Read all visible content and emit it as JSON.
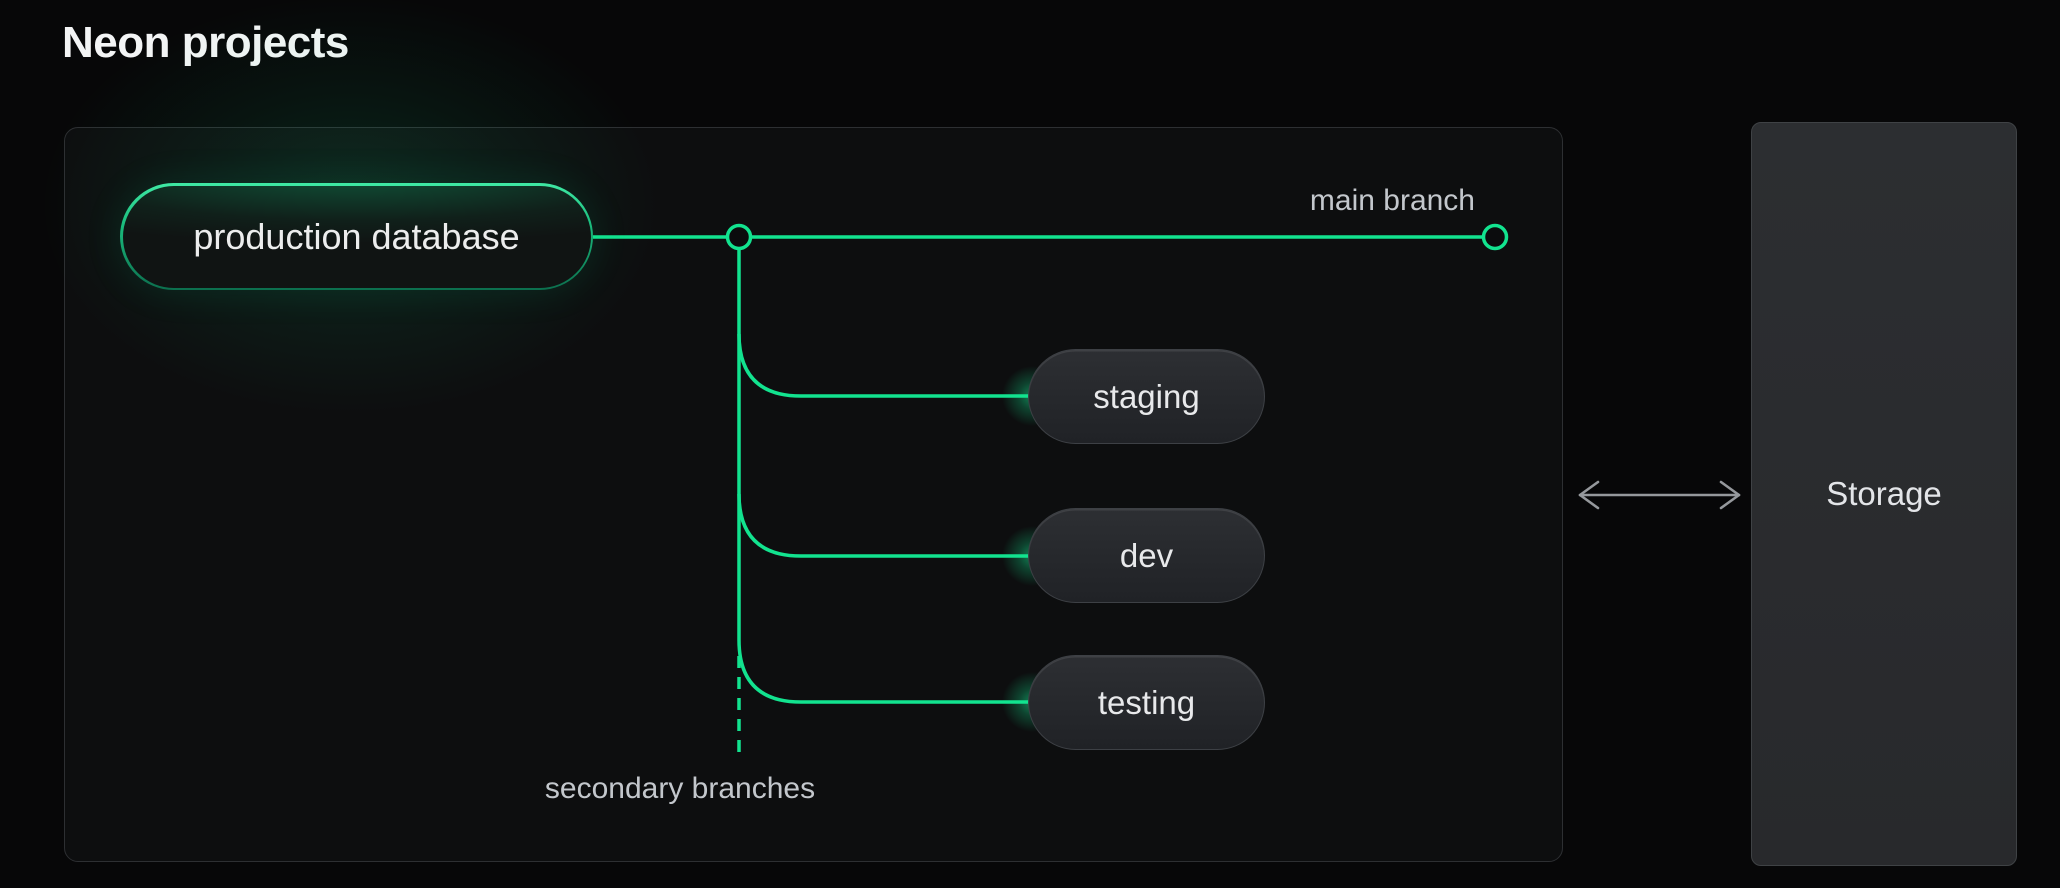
{
  "title": "Neon projects",
  "diagram": {
    "root_node": {
      "label": "production database"
    },
    "main_branch_label": "main branch",
    "secondary_branches_label": "secondary branches",
    "branches": [
      {
        "label": "staging"
      },
      {
        "label": "dev"
      },
      {
        "label": "testing"
      }
    ]
  },
  "storage": {
    "label": "Storage"
  },
  "icons": {
    "branch_fork_node": "circle-node-icon",
    "branch_end_node": "circle-node-icon",
    "panel_storage_link": "double-headed-arrow-icon"
  },
  "colors": {
    "background": "#070708",
    "panel_background": "#0d0e0f",
    "panel_border": "#2d2f32",
    "branch_green": "#12e38f",
    "pill_background": "#202226",
    "storage_background": "#2a2c2f",
    "label_gray": "#c3c7cc",
    "arrow_gray": "#95989c",
    "title_white": "#f3f4f5"
  }
}
